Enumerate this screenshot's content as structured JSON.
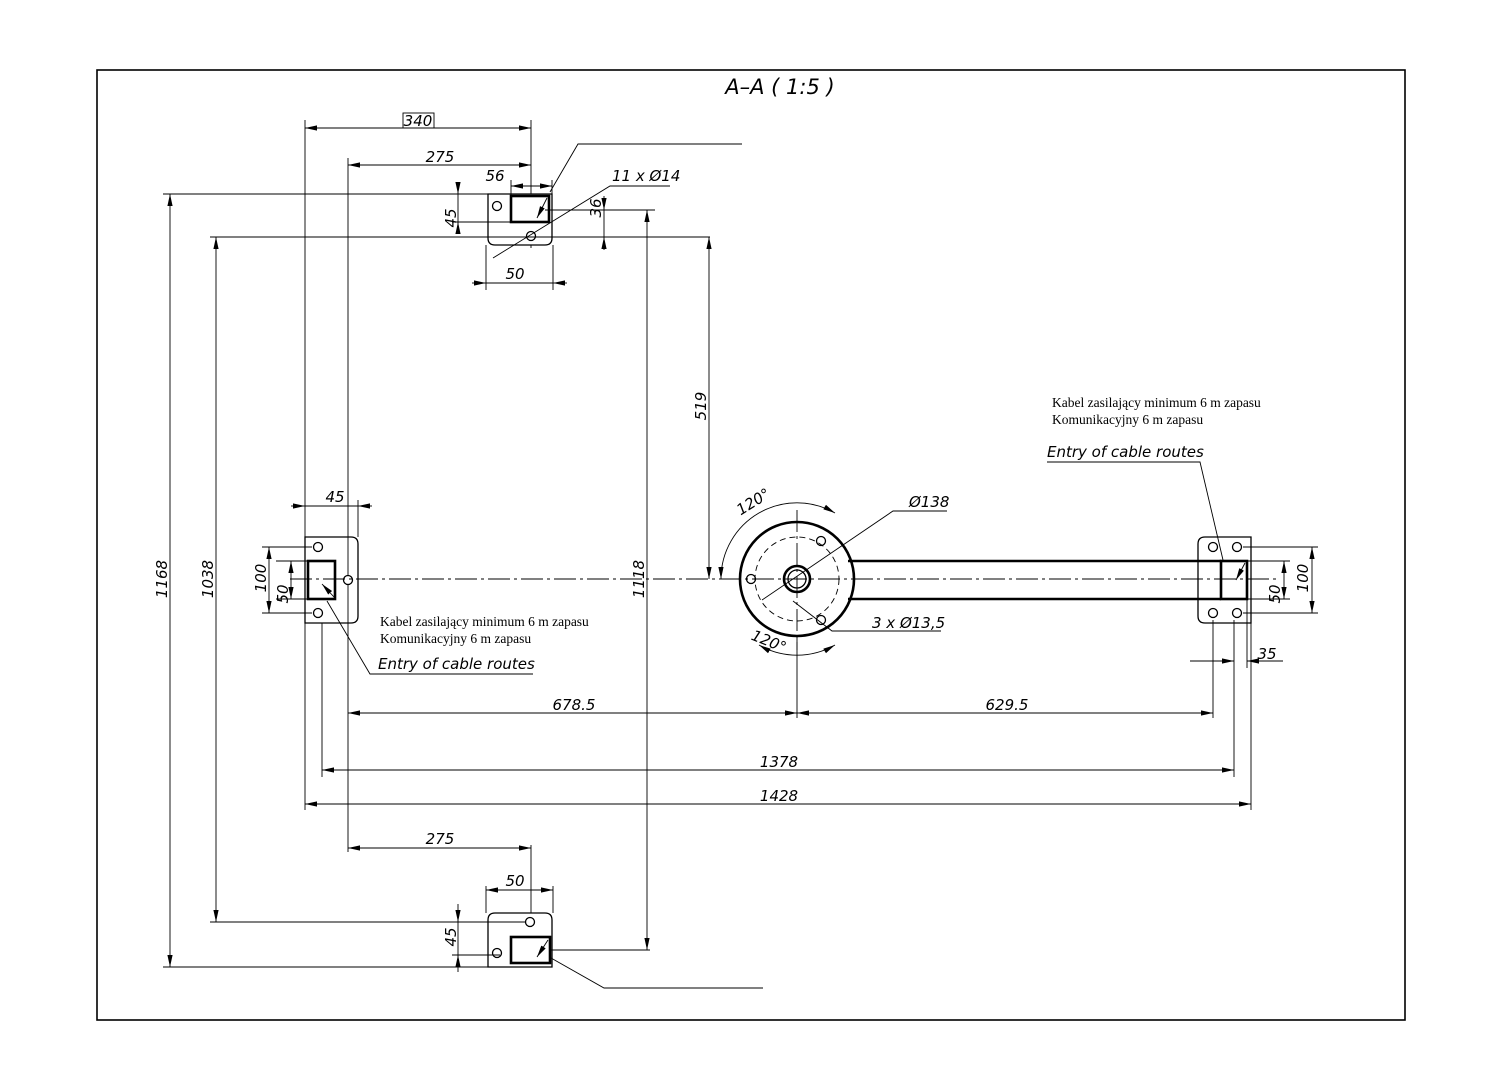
{
  "drawing": {
    "title": "A–A ( 1:5 )",
    "notes": {
      "right": {
        "line1": "Kabel zasilający  minimum 6 m zapasu",
        "line2": "Komunikacyjny 6 m zapasu",
        "entry": "Entry of cable routes"
      },
      "left": {
        "line1": "Kabel zasilający  minimum 6 m zapasu",
        "line2": "Komunikacyjny 6 m zapasu",
        "entry": "Entry of cable routes"
      }
    },
    "dimensions": {
      "d340": "340",
      "d275_top": "275",
      "d56": "56",
      "holes_11": "11 x Ø14",
      "d45_top": "45",
      "d36": "36",
      "d50_top": "50",
      "d519": "519",
      "d45_left": "45",
      "d100_left": "100",
      "d50_left": "50",
      "d1168": "1168",
      "d1038": "1038",
      "d1118": "1118",
      "ang120_top": "120°",
      "ang120_bottom": "120°",
      "dia138": "Ø138",
      "holes_3": "3 x Ø13,5",
      "d50_right": "50",
      "d100_right": "100",
      "d35": "35",
      "d678_5": "678.5",
      "d629_5": "629.5",
      "d1378": "1378",
      "d1428": "1428",
      "d275_bottom": "275",
      "d50_bottom": "50",
      "d45_bottom": "45"
    }
  }
}
